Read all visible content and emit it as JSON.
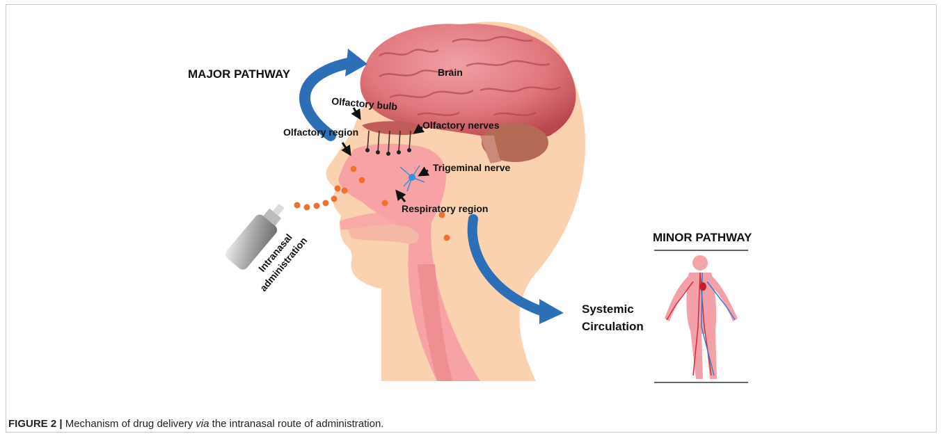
{
  "labels": {
    "major_pathway": "MAJOR PATHWAY",
    "minor_pathway": "MINOR PATHWAY",
    "brain": "Brain",
    "olfactory_bulb": "Olfactory  bulb",
    "olfactory_region": "Olfactory region",
    "olfactory_nerves": "Olfactory nerves",
    "trigeminal_nerve": "Trigeminal nerve",
    "respiratory_region": "Respiratory  region",
    "intranasal_line1": "Intranasal",
    "intranasal_line2": "administration",
    "systemic": "Systemic",
    "circulation": "Circulation"
  },
  "caption": {
    "figure_number": "FIGURE 2 |",
    "text_before": " Mechanism of drug delivery ",
    "text_italic": "via",
    "text_after": " the intranasal route of administration."
  },
  "colors": {
    "skin": "#fad2b0",
    "nasal_cavity": "#f7a3a6",
    "brain": "#e0777d",
    "brain_dark": "#c24a52",
    "cerebellum": "#b56a55",
    "pathway_arrow": "#2d6fb7",
    "particle": "#f0712f",
    "nerve": "#3a8ed8"
  }
}
